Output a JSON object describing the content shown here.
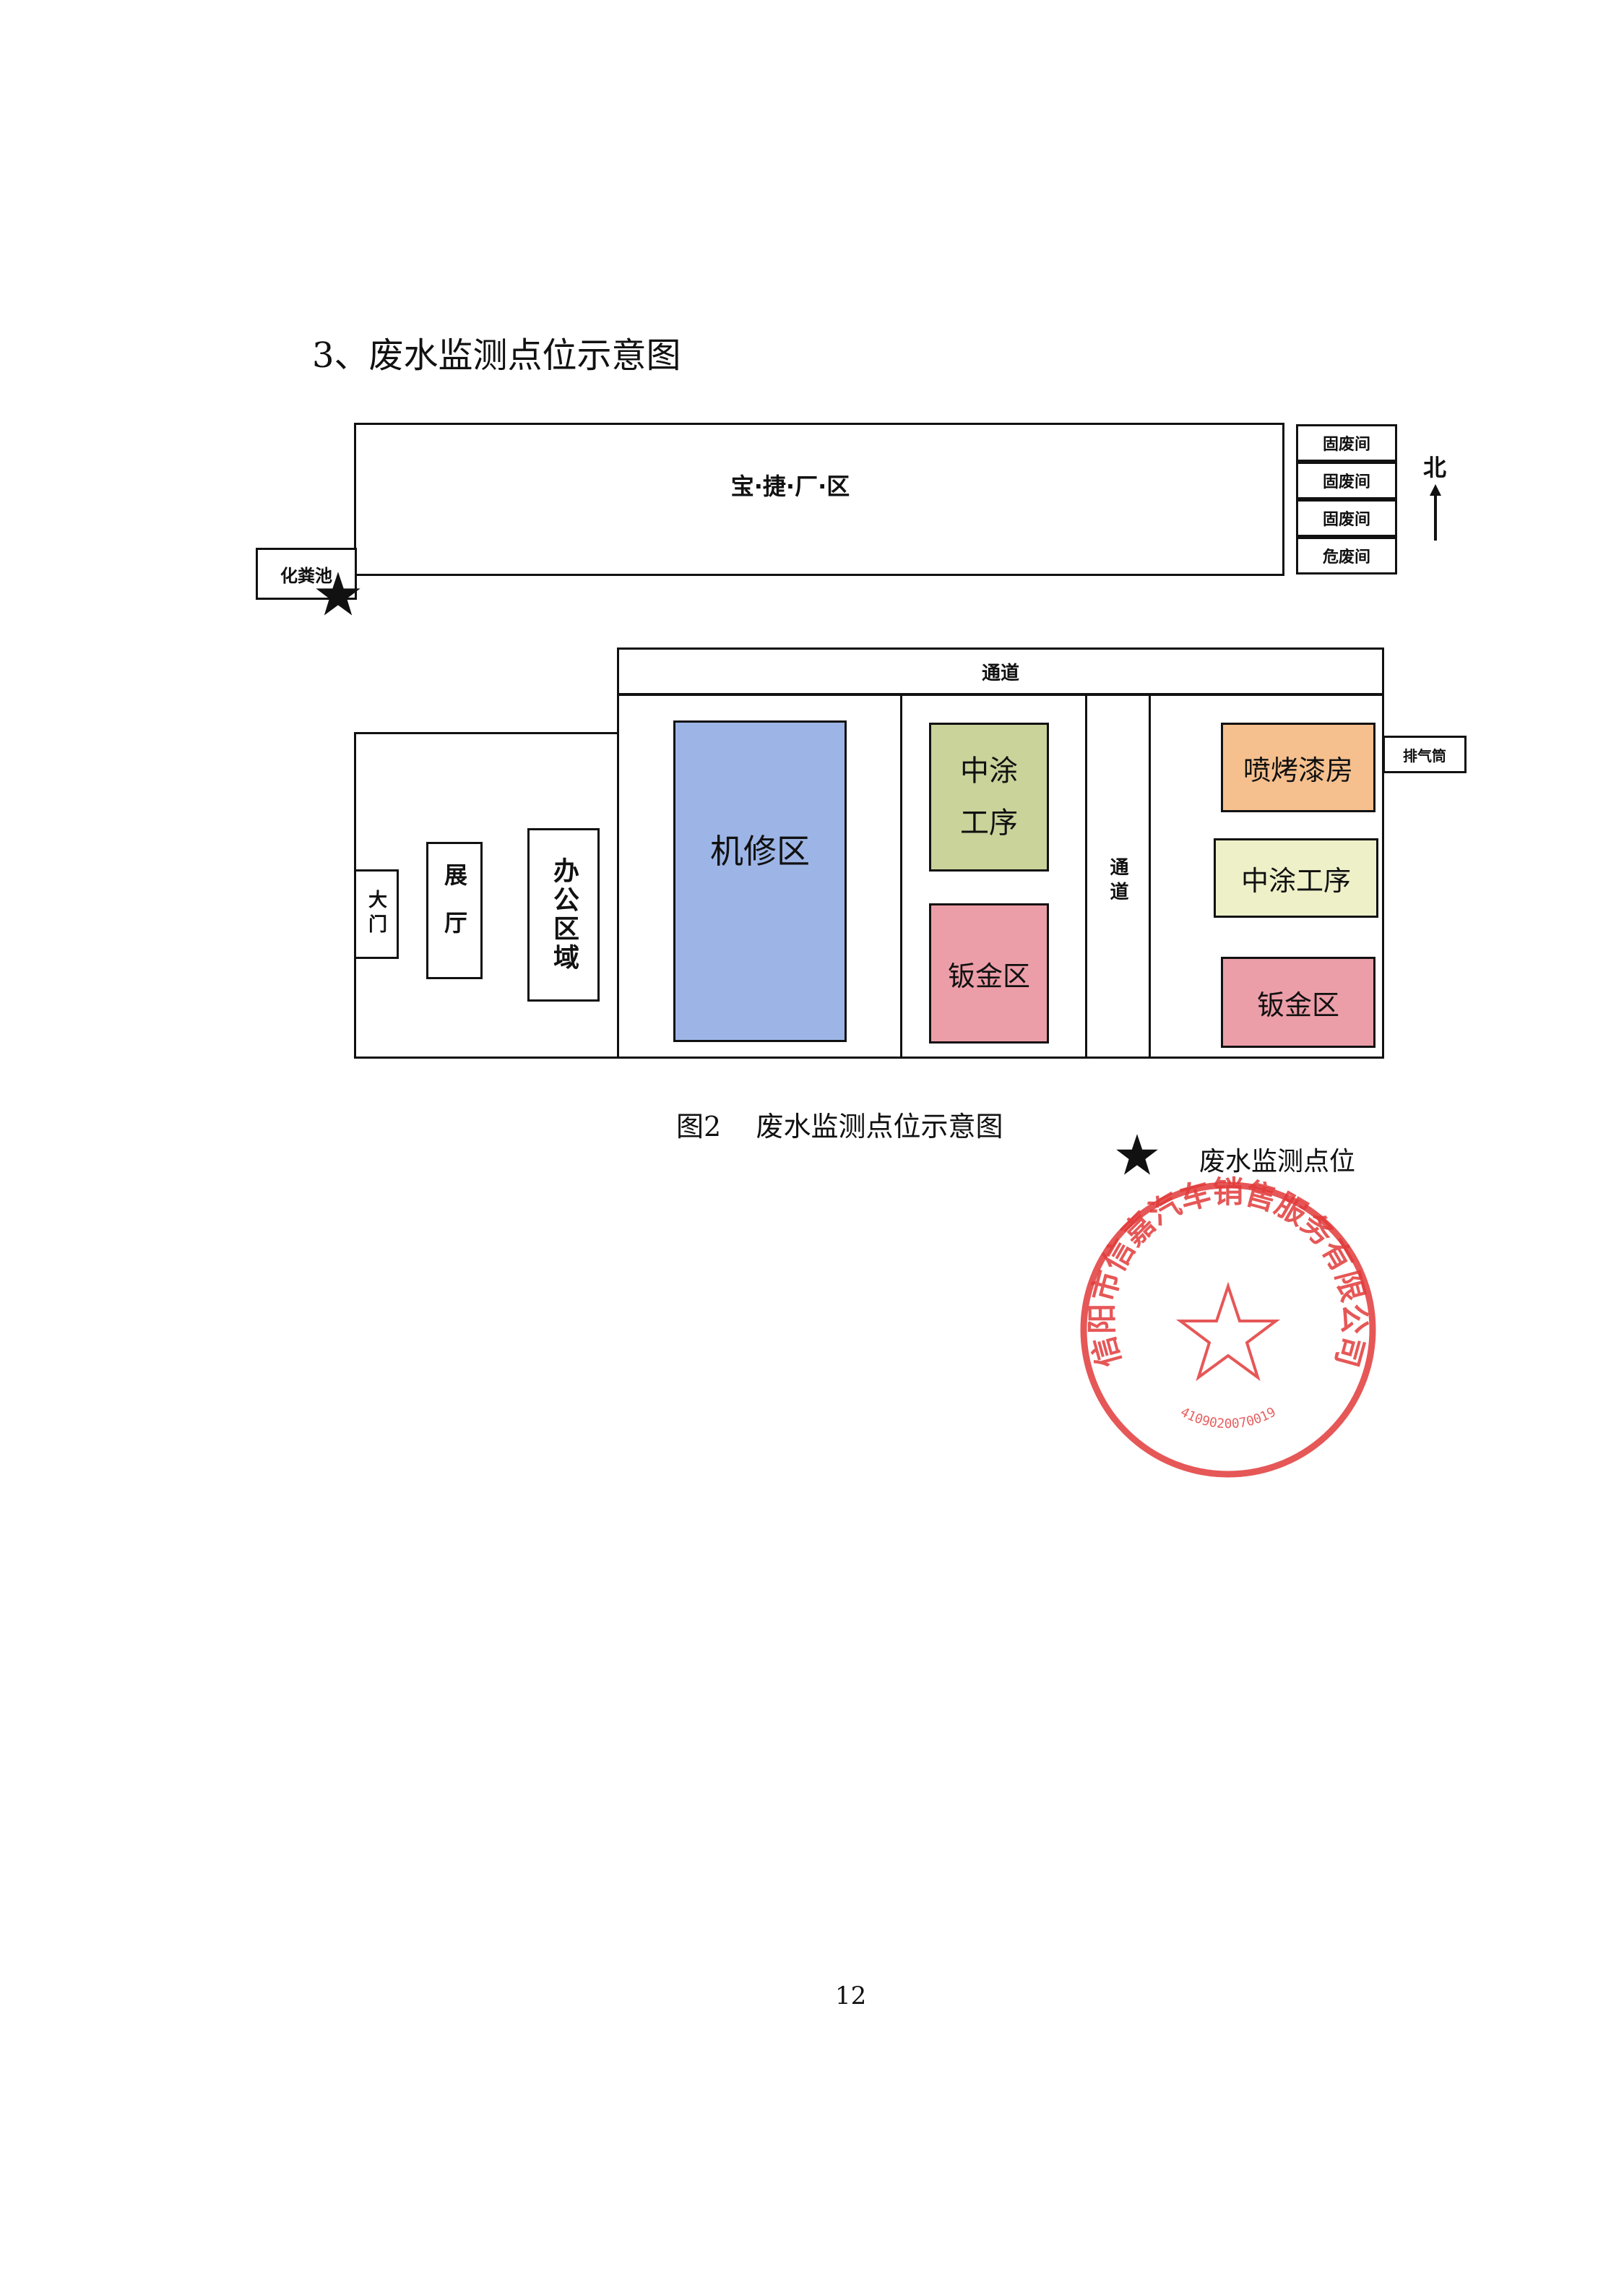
{
  "section_title": "3、废水监测点位示意图",
  "map": {
    "north_label": "北",
    "factory_label": "宝·捷·厂·区",
    "septic_tank_label": "化粪池",
    "waste_rooms": [
      "固废间",
      "固废间",
      "固废间",
      "危废间"
    ],
    "corridor_top_label": "通道",
    "corridor_vertical_label": "通道",
    "gate_label": "大门",
    "showroom_label": "展厅",
    "office_label": "办公区域",
    "repair_area_label": "机修区",
    "middle_coat_1_label": "中涂工序",
    "sheet_metal_1_label": "钣金区",
    "spray_booth_label": "喷烤漆房",
    "middle_coat_2_label": "中涂工序",
    "sheet_metal_2_label": "钣金区",
    "exhaust_label": "排气筒"
  },
  "caption": "图2    废水监测点位示意图",
  "legend": {
    "label": "废水监测点位"
  },
  "seal": {
    "text": "信阳市信嘉汽车销售服务有限公司",
    "number": "4109020070019",
    "color": "#e23a3a"
  },
  "page_number": "12",
  "colors": {
    "repair": "#9db5e6",
    "middle_coat_1": "#c9d39a",
    "sheet_metal": "#ec9ea8",
    "spray_booth": "#f5c08e",
    "middle_coat_2": "#eef0c8"
  }
}
